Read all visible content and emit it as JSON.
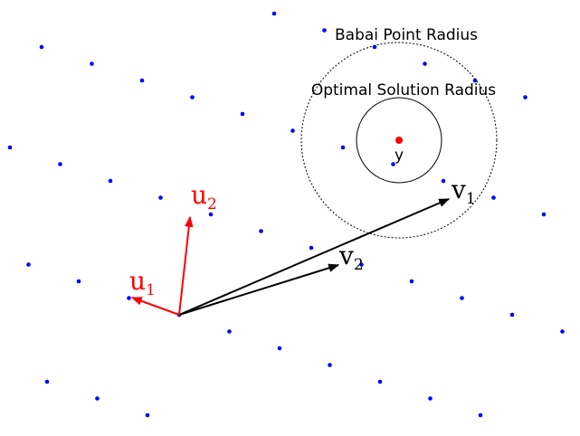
{
  "labels": {
    "babai_radius": "Babai Point Radius",
    "optimal_radius": "Optimal Solution Radius",
    "target": "y",
    "u1_base": "u",
    "u1_sub": "1",
    "u2_base": "u",
    "u2_sub": "2",
    "v1_base": "v",
    "v1_sub": "1",
    "v2_base": "v",
    "v2_sub": "2"
  },
  "colors": {
    "lattice_point": "#0000ff",
    "target_point": "#ff0000",
    "basis_u": "#ff0000",
    "basis_v": "#000000",
    "circles": "#000000"
  },
  "icons": {
    "target_point": "filled-circle",
    "lattice_point": "filled-circle",
    "arrowhead": "triangle"
  },
  "styles": {
    "babai_circle": "dotted",
    "optimal_circle": "solid"
  }
}
